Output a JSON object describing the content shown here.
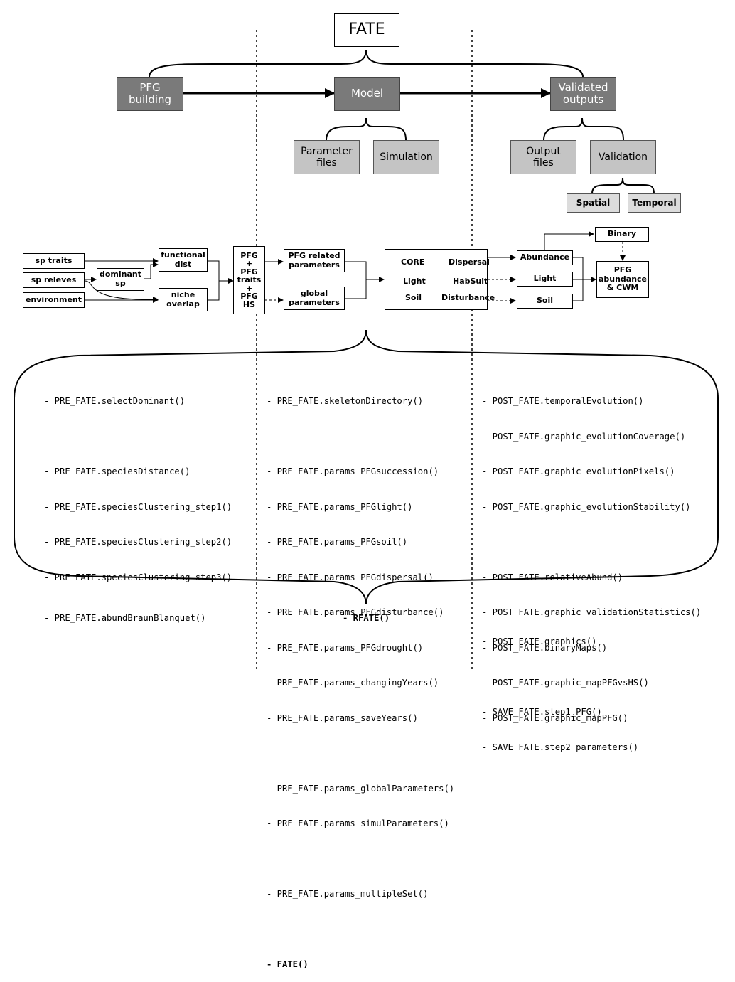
{
  "top": {
    "fate": "FATE",
    "pfg_building": "PFG\nbuilding",
    "model": "Model",
    "validated_outputs": "Validated\noutputs",
    "parameter_files": "Parameter\nfiles",
    "simulation": "Simulation",
    "output_files": "Output\nfiles",
    "validation": "Validation",
    "spatial": "Spatial",
    "temporal": "Temporal"
  },
  "flow": {
    "sp_traits": "sp traits",
    "sp_releves": "sp releves",
    "environment": "environment",
    "dominant_sp": "dominant\nsp",
    "functional_dist": "functional\ndist",
    "niche_overlap": "niche\noverlap",
    "pfg_stack": "PFG\n+\nPFG\ntraits\n+\nPFG\nHS",
    "pfg_related": "PFG related\nparameters",
    "global_params": "global\nparameters",
    "core": "CORE",
    "dispersal": "Dispersal",
    "light": "Light",
    "habsuit": "HabSuit",
    "soil": "Soil",
    "disturbance": "Disturbance",
    "out_abundance": "Abundance",
    "out_light": "Light",
    "out_soil": "Soil",
    "binary": "Binary",
    "pfg_abund_cwm": "PFG\nabundance\n& CWM"
  },
  "functions": {
    "pre": [
      "- PRE_FATE.selectDominant()",
      "",
      "- PRE_FATE.speciesDistance()",
      "- PRE_FATE.speciesClustering_step1()",
      "- PRE_FATE.speciesClustering_step2()",
      "- PRE_FATE.speciesClustering_step3()"
    ],
    "mid": [
      "- PRE_FATE.skeletonDirectory()",
      "",
      "- PRE_FATE.params_PFGsuccession()",
      "- PRE_FATE.params_PFGlight()",
      "- PRE_FATE.params_PFGsoil()",
      "- PRE_FATE.params_PFGdispersal()",
      "- PRE_FATE.params_PFGdisturbance()",
      "- PRE_FATE.params_PFGdrought()",
      "- PRE_FATE.params_changingYears()",
      "- PRE_FATE.params_saveYears()",
      "",
      "- PRE_FATE.params_globalParameters()",
      "- PRE_FATE.params_simulParameters()",
      "",
      "- PRE_FATE.params_multipleSet()",
      ""
    ],
    "mid_fate": "- FATE()",
    "post": [
      "- POST_FATE.temporalEvolution()",
      "- POST_FATE.graphic_evolutionCoverage()",
      "- POST_FATE.graphic_evolutionPixels()",
      "- POST_FATE.graphic_evolutionStability()",
      "",
      "- POST_FATE.relativeAbund()",
      "- POST_FATE.graphic_validationStatistics()",
      "- POST_FATE.binaryMaps()",
      "- POST_FATE.graphic_mapPFGvsHS()",
      "- POST_FATE.graphic_mapPFG()"
    ]
  },
  "bottom": {
    "pre": "- PRE_FATE.abundBraunBlanquet()",
    "mid": "- RFATE()",
    "post": [
      "- POST_FATE.graphics()",
      "",
      "- SAVE_FATE.step1_PFG()",
      "- SAVE_FATE.step2_parameters()"
    ]
  }
}
